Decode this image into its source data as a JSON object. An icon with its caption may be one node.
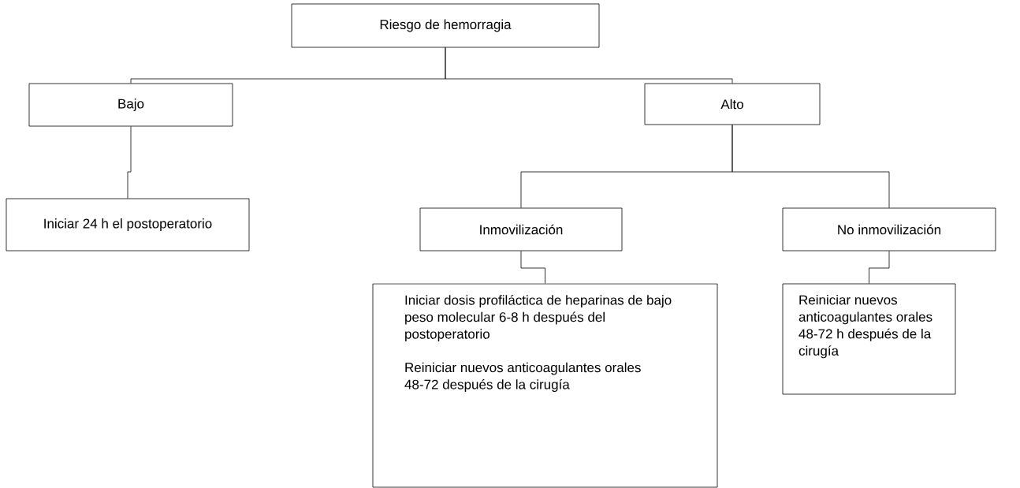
{
  "diagram": {
    "nodes": [
      {
        "text": [
          "Riesgo de hemorragia"
        ]
      },
      {
        "text": [
          "Bajo"
        ]
      },
      {
        "text": [
          "Alto"
        ]
      },
      {
        "text": [
          "Iniciar 24 h el postoperatorio"
        ]
      },
      {
        "text": [
          "Inmovilización"
        ]
      },
      {
        "text": [
          "No inmovilización"
        ]
      },
      {
        "text": [
          "Iniciar dosis profiláctica de heparinas de bajo peso molecular 6-8 h después del postoperatorio",
          "Reiniciar nuevos anticoagulantes orales 48-72 después de la cirugía"
        ]
      },
      {
        "text": [
          "Reiniciar nuevos anticoagulantes orales 48-72 h después de la cirugía"
        ]
      }
    ],
    "edges": [
      {
        "from": 0,
        "to": 1,
        "arrow": "none"
      },
      {
        "from": 0,
        "to": 2,
        "arrow": "none"
      },
      {
        "from": 1,
        "to": 3,
        "arrow": "none"
      },
      {
        "from": 2,
        "to": 4,
        "arrow": "none"
      },
      {
        "from": 2,
        "to": 5,
        "arrow": "none"
      },
      {
        "from": 4,
        "to": 6,
        "arrow": "none"
      },
      {
        "from": 5,
        "to": 7,
        "arrow": "none"
      }
    ]
  }
}
